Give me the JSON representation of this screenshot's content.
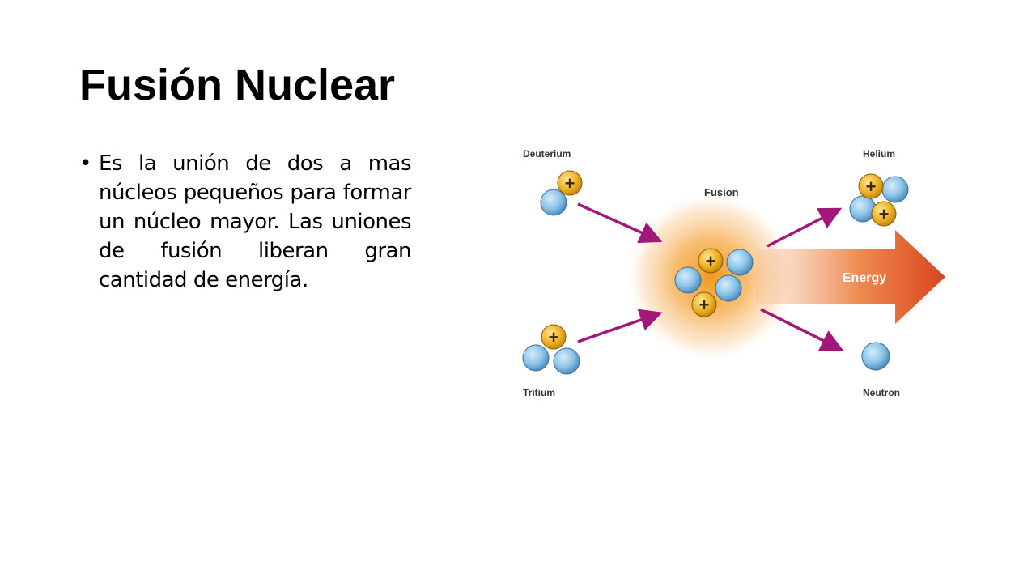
{
  "slide": {
    "title": "Fusión Nuclear",
    "bullets": [
      "Es la unión de dos a mas núcleos pequeños para formar un núcleo mayor. Las uniones de fusión liberan gran cantidad de energía."
    ]
  },
  "diagram": {
    "labels": {
      "deuterium": "Deuterium",
      "tritium": "Tritium",
      "fusion": "Fusion",
      "helium": "Helium",
      "neutron": "Neutron",
      "energy": "Energy"
    },
    "proton_symbol": "+",
    "colors": {
      "proton": "#f0b429",
      "neutron": "#8cc4e8",
      "arrow": "#a3177a",
      "energy_arrow": "#e2572a",
      "glow": "#f5a623"
    },
    "icons": [
      "proton-icon",
      "neutron-icon",
      "arrow-icon",
      "energy-arrow-icon"
    ]
  }
}
